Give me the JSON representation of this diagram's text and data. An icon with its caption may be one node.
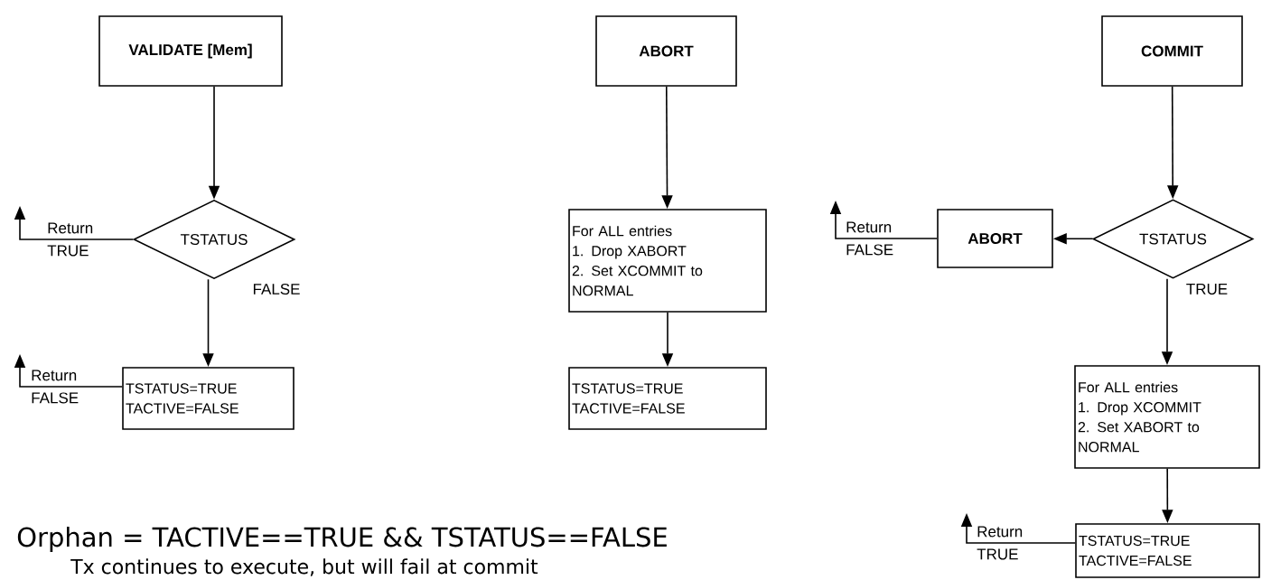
{
  "diagram": {
    "nodes": [
      {
        "text": [
          "VALIDATE [Mem]"
        ]
      },
      {
        "text": [
          "TSTATUS"
        ]
      },
      {
        "text": [
          "TSTATUS=TRUE",
          "TACTIVE=FALSE"
        ]
      },
      {
        "text": [
          "ABORT"
        ]
      },
      {
        "text": [
          "For ALL entries",
          "1. Drop XABORT",
          "2. Set XCOMMIT to NORMAL"
        ]
      },
      {
        "text": [
          "TSTATUS=TRUE",
          "TACTIVE=FALSE"
        ]
      },
      {
        "text": [
          "COMMIT"
        ]
      },
      {
        "text": [
          "ABORT"
        ]
      },
      {
        "text": [
          "TSTATUS"
        ]
      },
      {
        "text": [
          "For ALL entries",
          "1. Drop XCOMMIT",
          "2. Set XABORT to NORMAL"
        ]
      },
      {
        "text": [
          "TSTATUS=TRUE",
          "TACTIVE=FALSE"
        ]
      }
    ],
    "edges": [
      {
        "from": 0,
        "to": 1,
        "arrow": "to"
      },
      {
        "from": 1,
        "to": null,
        "arrow": "to",
        "label": "Return TRUE"
      },
      {
        "from": 1,
        "to": 2,
        "arrow": "to",
        "label": "FALSE"
      },
      {
        "from": 2,
        "to": null,
        "arrow": "to",
        "label": "Return FALSE"
      },
      {
        "from": 3,
        "to": 4,
        "arrow": "to"
      },
      {
        "from": 4,
        "to": 5,
        "arrow": "to"
      },
      {
        "from": 6,
        "to": 8,
        "arrow": "to"
      },
      {
        "from": 8,
        "to": 7,
        "arrow": "to"
      },
      {
        "from": 7,
        "to": null,
        "arrow": "to",
        "label": "Return FALSE"
      },
      {
        "from": 8,
        "to": 9,
        "arrow": "to",
        "label": "TRUE"
      },
      {
        "from": 9,
        "to": 10,
        "arrow": "to"
      },
      {
        "from": 10,
        "to": null,
        "arrow": "to",
        "label": "Return TRUE"
      }
    ],
    "labels": [
      "Orphan = TACTIVE==TRUE && TSTATUS==FALSE",
      "Tx continues to execute, but will fail at commit"
    ]
  }
}
